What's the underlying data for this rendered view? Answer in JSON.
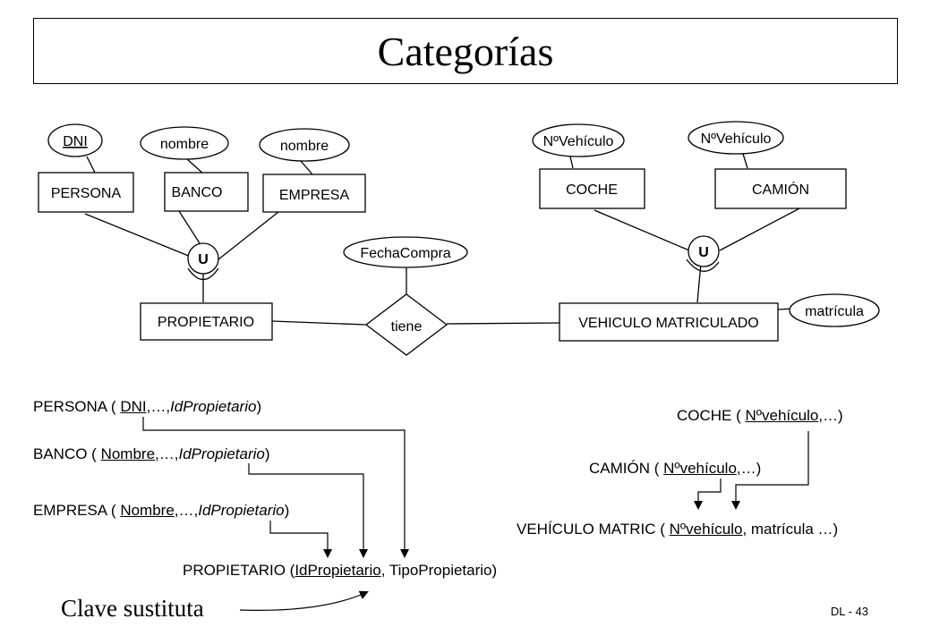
{
  "title": "Categorías",
  "diagram": {
    "entities": {
      "persona": "PERSONA",
      "banco": "BANCO",
      "empresa": "EMPRESA",
      "propietario": "PROPIETARIO",
      "coche": "COCHE",
      "camion": "CAMIÓN",
      "vehiculo": "VEHICULO MATRICULADO"
    },
    "attributes": {
      "dni": "DNI",
      "nombre_banco": "nombre",
      "nombre_empresa": "nombre",
      "nvehiculo_coche": "NºVehículo",
      "nvehiculo_camion": "NºVehículo",
      "fecha_compra": "FechaCompra",
      "matricula": "matrícula"
    },
    "relationship": "tiene",
    "union_left": "U",
    "union_right": "U"
  },
  "relations": {
    "persona": {
      "name": "PERSONA ( ",
      "key": "DNI",
      "rest": ",…,",
      "fk": "IdPropietario",
      "close": ")"
    },
    "banco": {
      "name": "BANCO ( ",
      "key": "Nombre",
      "rest": ",…,",
      "fk": "IdPropietario",
      "close": ")"
    },
    "empresa": {
      "name": "EMPRESA ( ",
      "key": "Nombre",
      "rest": ",…,",
      "fk": "IdPropietario",
      "close": ")"
    },
    "propietario": {
      "name": "PROPIETARIO (",
      "key": "IdPropietario",
      "rest": ", TipoPropietario)"
    },
    "coche": {
      "name": "COCHE ( ",
      "key": "Nºvehículo",
      "rest": ",…)"
    },
    "camion": {
      "name": "CAMIÓN ( ",
      "key": "Nºvehículo",
      "rest": ",…)"
    },
    "vehiculo": {
      "name": "VEHÍCULO MATRIC ( ",
      "key": "Nºvehículo",
      "rest": ", matrícula …)"
    }
  },
  "clave_label": "Clave sustituta",
  "footer": "DL - 43"
}
